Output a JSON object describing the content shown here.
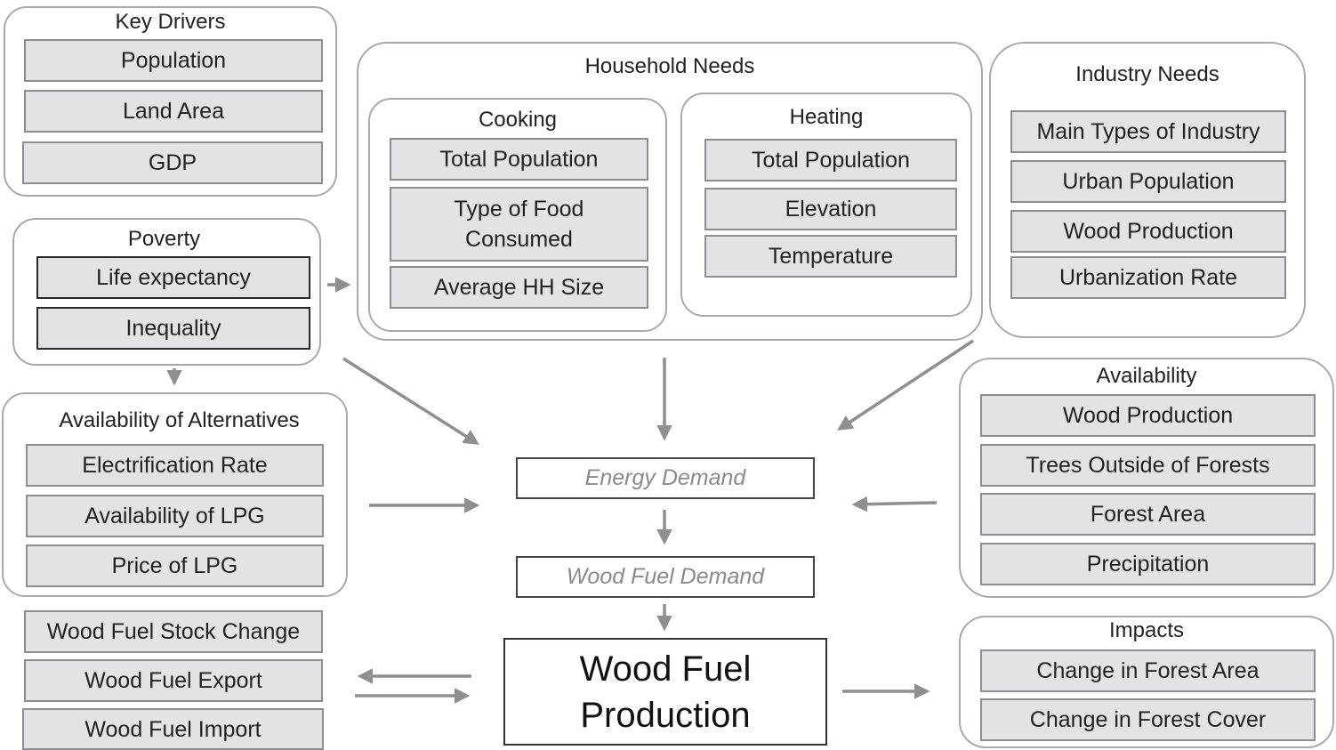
{
  "key_drivers": {
    "title": "Key Drivers",
    "items": [
      "Population",
      "Land Area",
      "GDP"
    ]
  },
  "poverty": {
    "title": "Poverty",
    "items": [
      "Life expectancy",
      "Inequality"
    ]
  },
  "alternatives": {
    "title": "Availability of Alternatives",
    "items": [
      "Electrification Rate",
      "Availability of LPG",
      "Price of LPG"
    ]
  },
  "trade": {
    "items": [
      "Wood Fuel Stock Change",
      "Wood Fuel Export",
      "Wood Fuel Import"
    ]
  },
  "household": {
    "title": "Household Needs",
    "cooking": {
      "title": "Cooking",
      "items": [
        "Total Population",
        "Type of Food Consumed",
        "Average HH Size"
      ]
    },
    "heating": {
      "title": "Heating",
      "items": [
        "Total Population",
        "Elevation",
        "Temperature"
      ]
    }
  },
  "industry": {
    "title": "Industry Needs",
    "items": [
      "Main Types of Industry",
      "Urban Population",
      "Wood Production",
      "Urbanization Rate"
    ]
  },
  "availability": {
    "title": "Availability",
    "items": [
      "Wood Production",
      "Trees Outside of Forests",
      "Forest Area",
      "Precipitation"
    ]
  },
  "impacts": {
    "title": "Impacts",
    "items": [
      "Change in Forest Area",
      "Change in Forest Cover"
    ]
  },
  "flow": {
    "energy_demand": "Energy Demand",
    "wood_fuel_demand": "Wood Fuel Demand",
    "production_line1": "Wood Fuel",
    "production_line2": "Production"
  },
  "colors": {
    "arrow": "#8f8f8f",
    "box_fill": "#e3e3e5",
    "group_border": "#a9a9a9"
  }
}
